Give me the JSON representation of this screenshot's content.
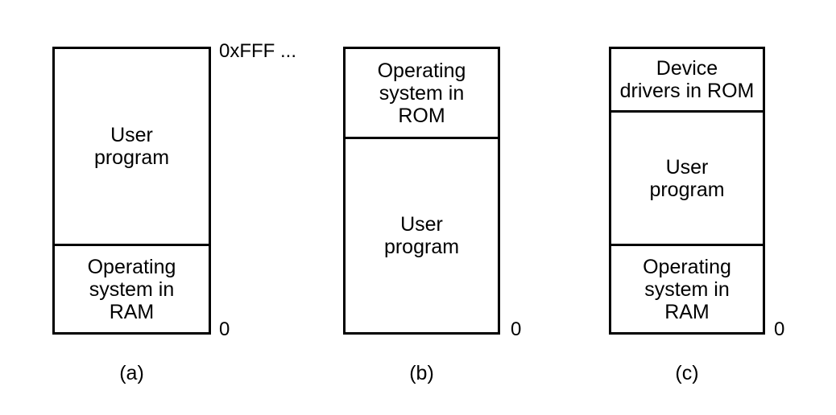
{
  "figure": {
    "colors": {
      "background": "#ffffff",
      "line": "#000000",
      "text": "#000000"
    },
    "diagrams": [
      {
        "caption": "(a)",
        "top_address": "0xFFF ...",
        "bottom_address": "0",
        "sections": [
          {
            "text": "User\nprogram"
          },
          {
            "text": "Operating\nsystem in\nRAM"
          }
        ]
      },
      {
        "caption": "(b)",
        "bottom_address": "0",
        "sections": [
          {
            "text": "Operating\nsystem in\nROM"
          },
          {
            "text": "User\nprogram"
          }
        ]
      },
      {
        "caption": "(c)",
        "bottom_address": "0",
        "sections": [
          {
            "text": "Device\ndrivers in ROM"
          },
          {
            "text": "User\nprogram"
          },
          {
            "text": "Operating\nsystem in\nRAM"
          }
        ]
      }
    ]
  }
}
